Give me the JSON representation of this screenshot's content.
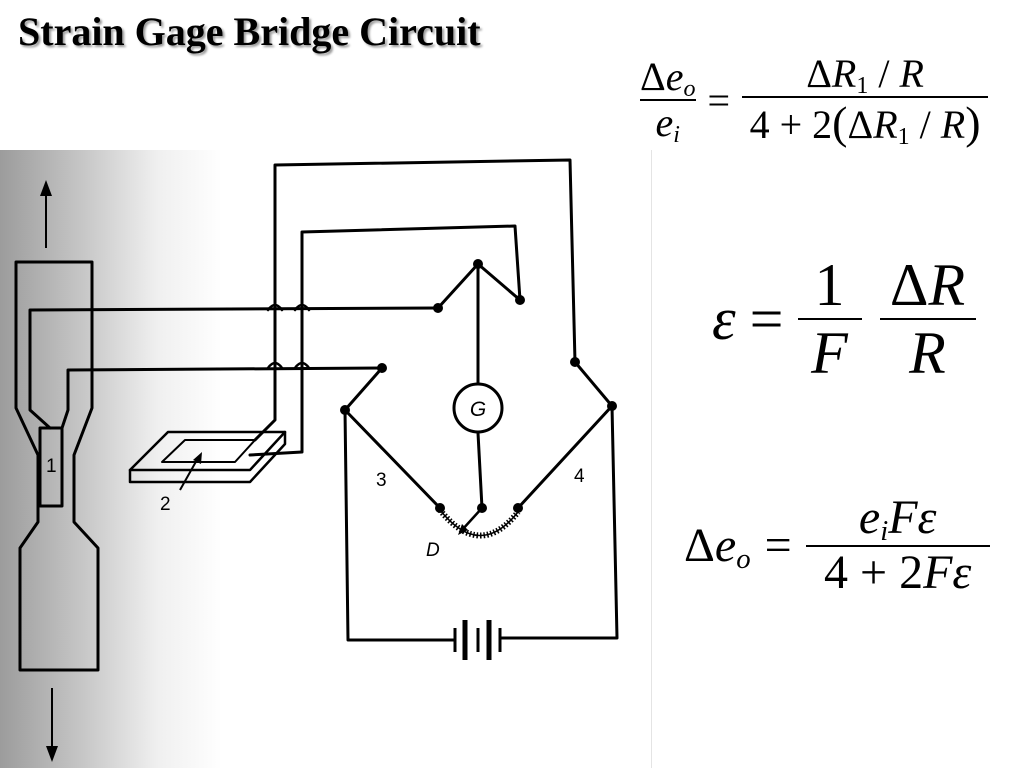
{
  "title": "Strain Gage Bridge Circuit",
  "figure": {
    "labels": {
      "specimen_gage": "1",
      "dummy_gage": "2",
      "arm_3": "3",
      "arm_4": "4",
      "divider": "D",
      "galvanometer": "G"
    }
  },
  "equations": {
    "eq1": {
      "delta": "Δ",
      "e": "e",
      "o": "o",
      "i": "i",
      "equals": "=",
      "R": "R",
      "sub1": "1",
      "slash": "/",
      "four_plus_two": "4 + 2",
      "lparen": "(",
      "rparen": ")"
    },
    "eq2": {
      "epsilon": "ε",
      "equals": "=",
      "one": "1",
      "F": "F",
      "delta": "Δ",
      "R": "R"
    },
    "eq3": {
      "delta": "Δ",
      "e": "e",
      "o": "o",
      "i": "i",
      "equals": "=",
      "F": "F",
      "epsilon": "ε",
      "four_plus_two": "4 + 2"
    }
  }
}
